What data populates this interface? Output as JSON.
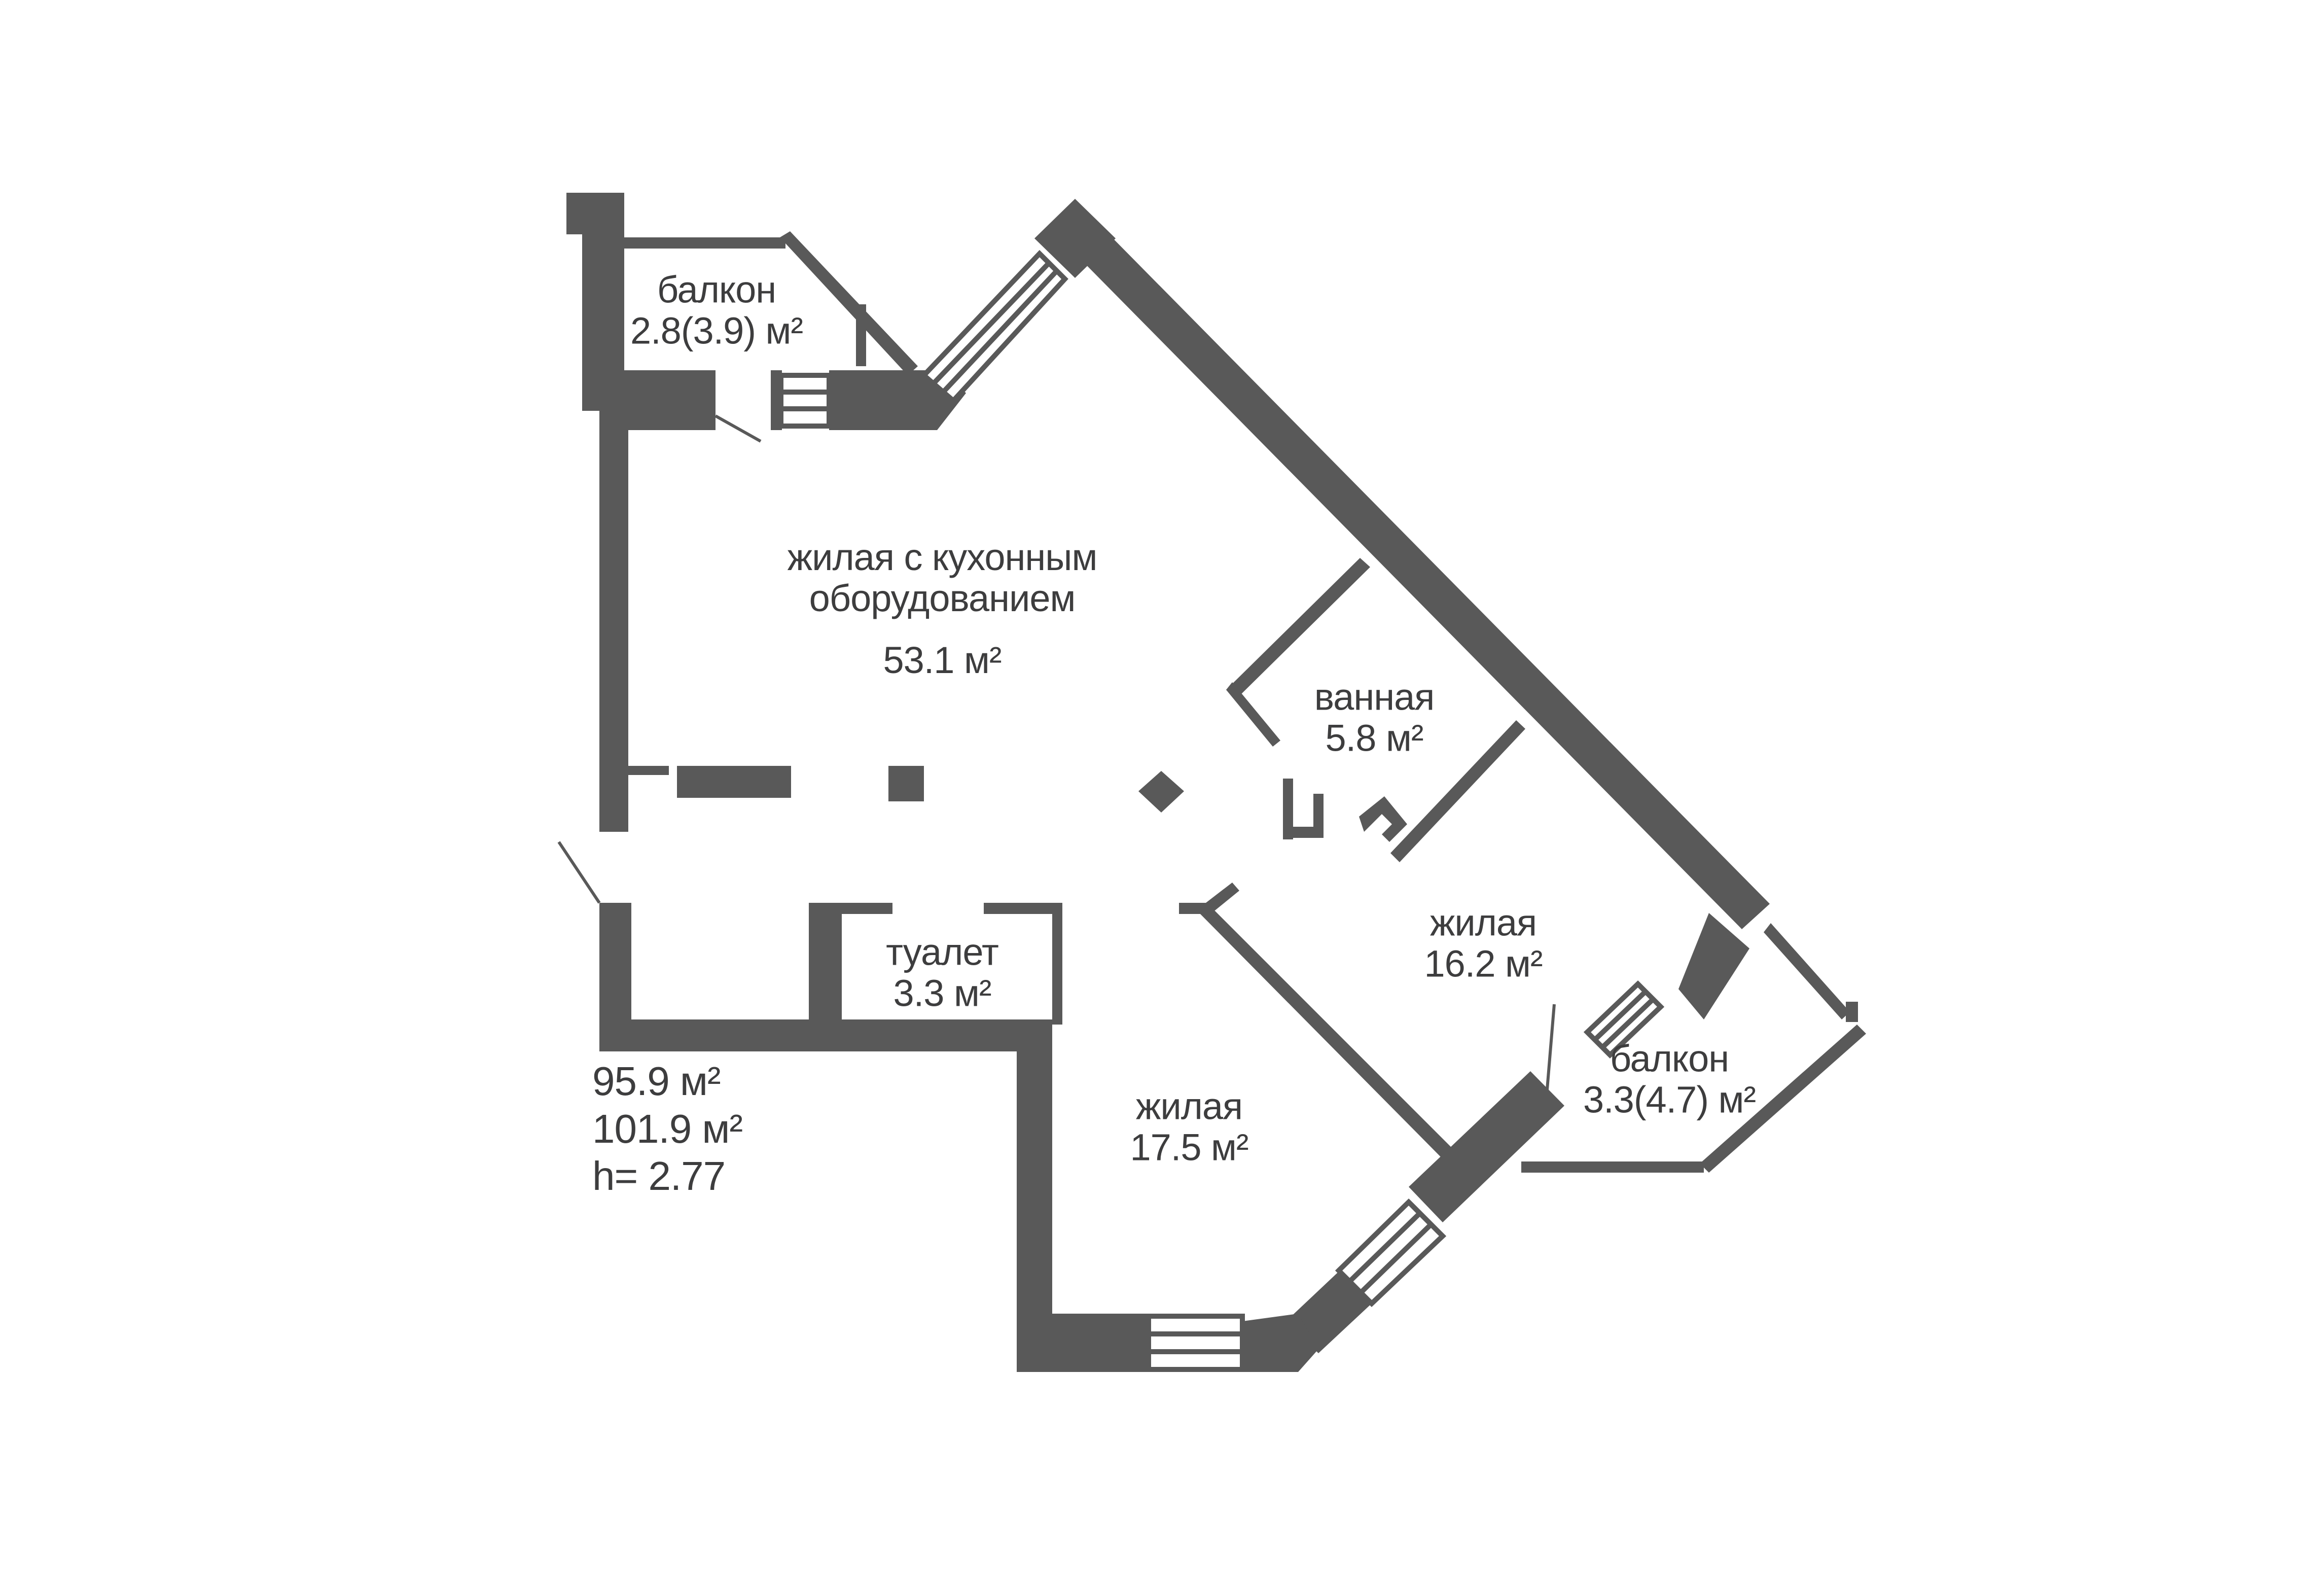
{
  "colors": {
    "wall": "#595959",
    "text": "#3d3d3e",
    "window": "#595959",
    "background": "#ffffff"
  },
  "rooms": {
    "balcony_nw": {
      "name": "балкон",
      "area": "2.8(3.9) м²"
    },
    "living_kitchen": {
      "name_line1": "жилая с кухонным",
      "name_line2": "оборудованием",
      "area": "53.1 м²"
    },
    "bathroom": {
      "name": "ванная",
      "area": "5.8 м²"
    },
    "living_16": {
      "name": "жилая",
      "area": "16.2 м²"
    },
    "balcony_se": {
      "name": "балкон",
      "area": "3.3(4.7) м²"
    },
    "toilet": {
      "name": "туалет",
      "area": "3.3 м²"
    },
    "living_17": {
      "name": "жилая",
      "area": "17.5 м²"
    }
  },
  "summary": {
    "living_area": "95.9 м²",
    "total_area": "101.9 м²",
    "ceiling_height": "h= 2.77"
  }
}
